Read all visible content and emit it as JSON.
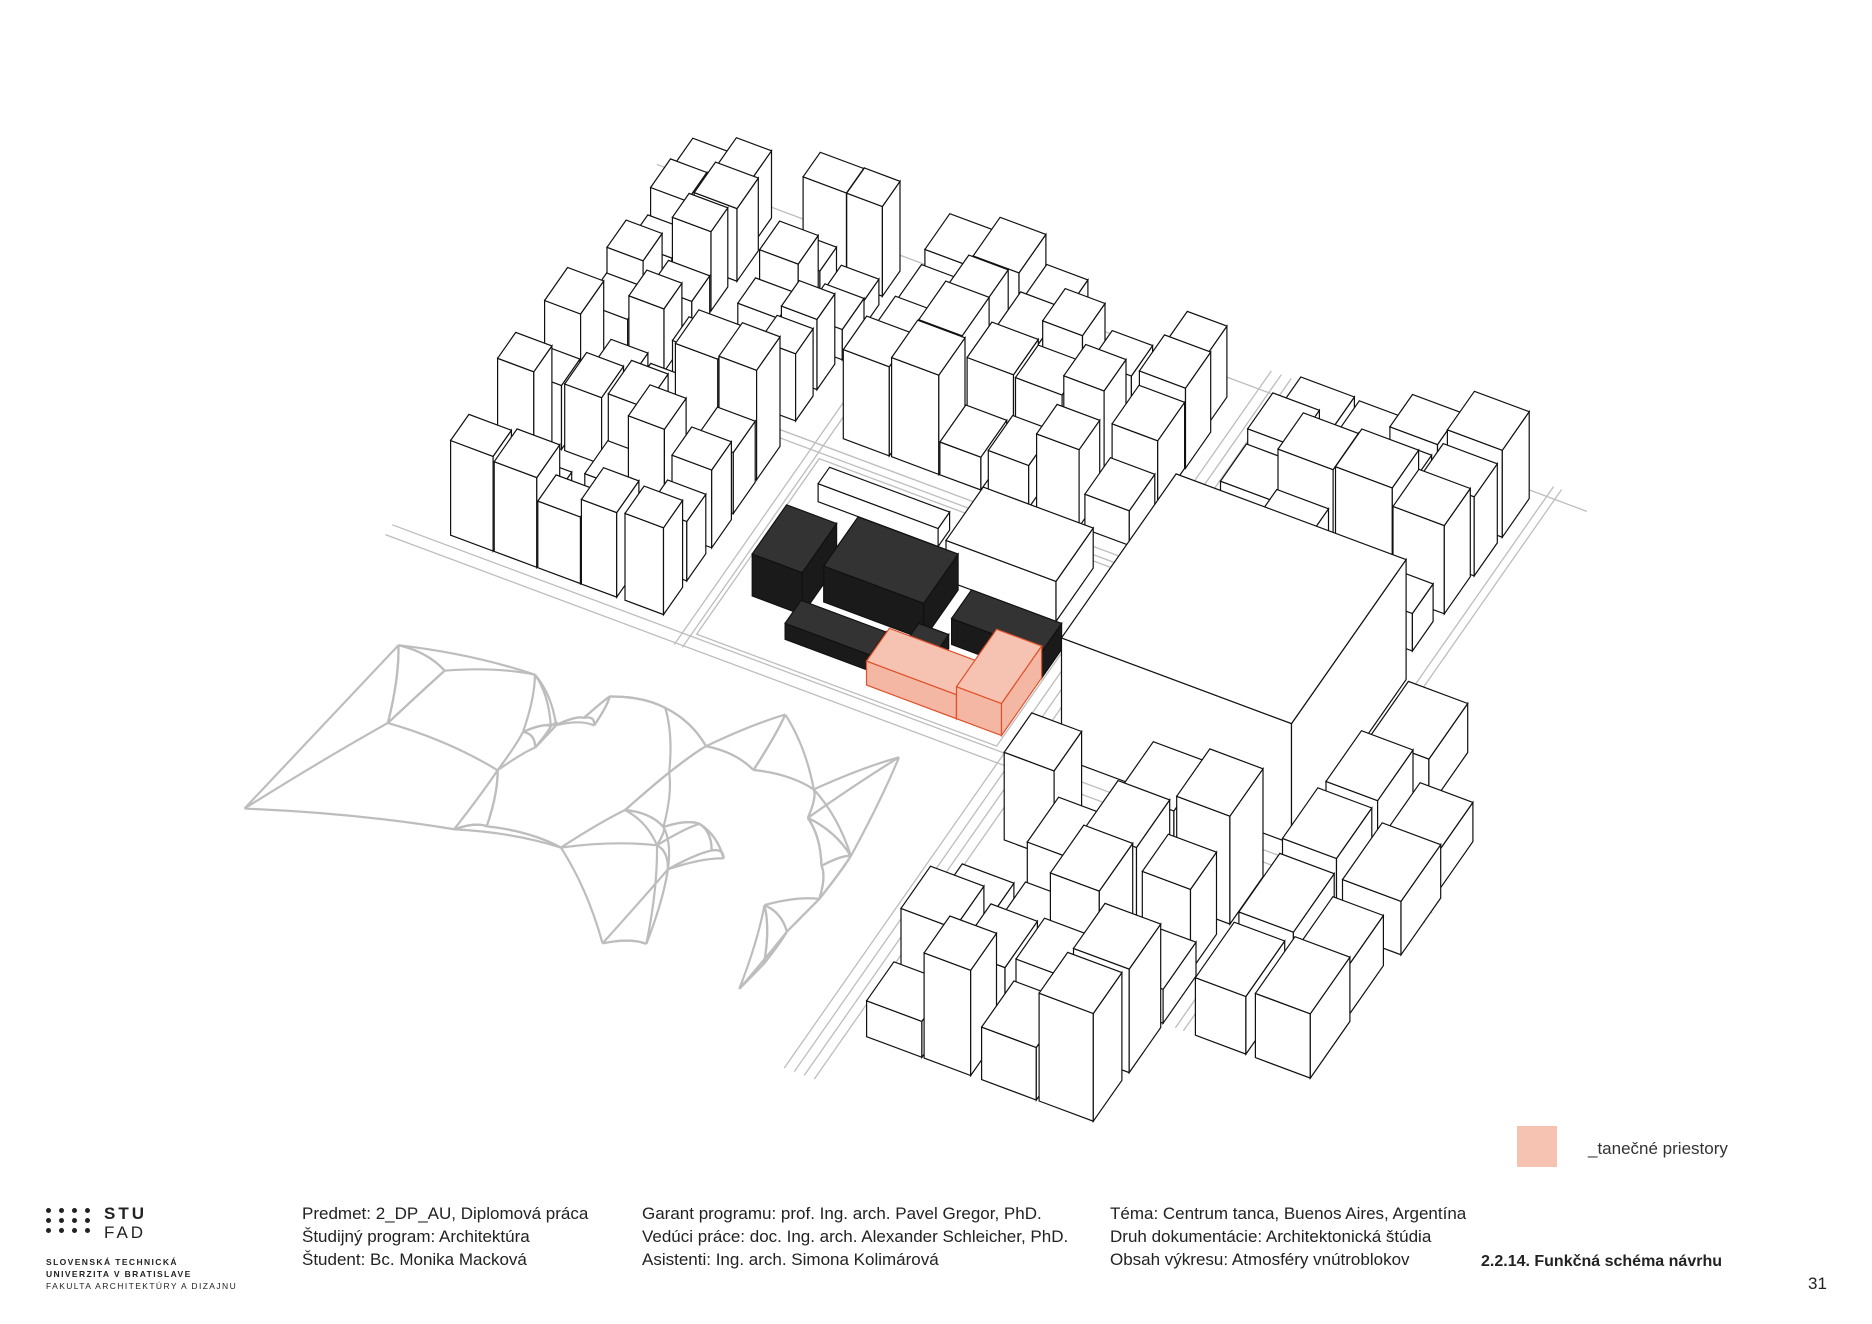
{
  "colors": {
    "dance_space": "#f6c3b3",
    "dance_outline": "#e0502a",
    "existing_dark": "#2a2a2a",
    "road": "#bdbdbd"
  },
  "legend": {
    "label": "_tanečné priestory"
  },
  "logo": {
    "line1": "STU",
    "line2": "FAD",
    "org1": "SLOVENSKÁ TECHNICKÁ",
    "org2": "UNIVERZITA V BRATISLAVE",
    "org3": "FAKULTA ARCHITEKTÚRY A DIZAJNU"
  },
  "footer": {
    "col1": [
      "Predmet: 2_DP_AU, Diplomová práca",
      "Študijný program: Architektúra",
      "Študent: Bc. Monika Macková"
    ],
    "col2": [
      "Garant programu: prof. Ing. arch. Pavel Gregor, PhD.",
      "Vedúci práce: doc. Ing. arch. Alexander Schleicher, PhD.",
      "Asistenti: Ing. arch. Simona Kolimárová"
    ],
    "col3": [
      "Téma: Centrum tanca, Buenos Aires, Argentína",
      "Druh dokumentácie: Architektonická štúdia",
      "Obsah výkresu: Atmosféry vnútroblokov"
    ]
  },
  "sheet_title": "2.2.14. Funkčná schéma návrhu",
  "page_number": "31"
}
